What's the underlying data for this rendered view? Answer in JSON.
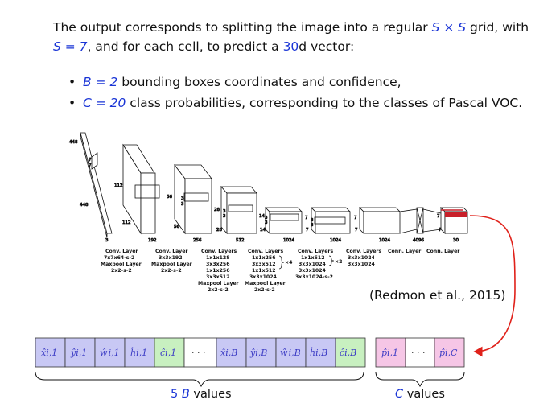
{
  "intro": {
    "t1": "The output corresponds to splitting the image into a regular ",
    "grid_expr": "S × S",
    "t2": " grid, with",
    "s_expr": "S = 7",
    "t3": ", and for each cell, to predict a ",
    "dim_value": "30",
    "t4": "d vector:"
  },
  "bullets": [
    {
      "symbol": "•",
      "expr": "B = 2",
      "text": " bounding boxes coordinates and confidence,"
    },
    {
      "symbol": "•",
      "expr": "C = 20",
      "text": " class probabilities, corresponding to the classes of Pascal VOC."
    }
  ],
  "citation": "(Redmon et al., 2015)",
  "network": {
    "input_dims": [
      "448",
      "448",
      "3",
      "7",
      "7"
    ],
    "layer_dims": [
      {
        "side": [
          "112",
          "112"
        ],
        "depth": "192",
        "kernel": [
          "3",
          "3"
        ]
      },
      {
        "side": [
          "56",
          "56"
        ],
        "depth": "256",
        "kernel": [
          "3",
          "3"
        ]
      },
      {
        "side": [
          "28",
          "28"
        ],
        "depth": "512",
        "kernel": [
          "3",
          "3"
        ]
      },
      {
        "side": [
          "14",
          "14"
        ],
        "depth": "1024",
        "kernel": [
          "3",
          "3"
        ]
      },
      {
        "side": [
          "7",
          "7"
        ],
        "depth": "1024",
        "kernel": [
          "3",
          "3"
        ]
      },
      {
        "side": [
          "7",
          "7"
        ],
        "depth": "1024",
        "kernel": []
      }
    ],
    "fc_dims": [
      "4096",
      "30",
      "7",
      "7"
    ],
    "captions": [
      [
        "Conv. Layer",
        "7x7x64-s-2",
        "Maxpool Layer",
        "2x2-s-2"
      ],
      [
        "Conv. Layer",
        "3x3x192",
        "Maxpool Layer",
        "2x2-s-2"
      ],
      [
        "Conv. Layers",
        "1x1x128",
        "3x3x256",
        "1x1x256",
        "3x3x512",
        "Maxpool Layer",
        "2x2-s-2"
      ],
      [
        "Conv. Layers",
        "1x1x256",
        "3x3x512",
        "1x1x512",
        "3x3x1024",
        "Maxpool Layer",
        "2x2-s-2"
      ],
      [
        "Conv. Layers",
        "1x1x512",
        "3x3x1024",
        "3x3x1024",
        "3x3x1024-s-2"
      ],
      [
        "Conv. Layers",
        "3x3x1024",
        "3x3x1024"
      ],
      [
        "Conn. Layer"
      ],
      [
        "Conn. Layer"
      ]
    ],
    "repeat_4": "×4",
    "repeat_2": "×2"
  },
  "vector": {
    "cells_a": [
      "x̂i,1",
      "ŷi,1",
      "ŵi,1",
      "ĥi,1",
      "ĉi,1"
    ],
    "ellipsis": "· · ·",
    "cells_b": [
      "x̂i,B",
      "ŷi,B",
      "ŵi,B",
      "ĥi,B",
      "ĉi,B"
    ],
    "cells_c": [
      "p̂i,1",
      "p̂i,C"
    ],
    "label_5b_num": "5 ",
    "label_5b_var": "B",
    "label_5b_text": " values",
    "label_c_var": "C",
    "label_c_text": " values"
  },
  "colors": {
    "coord_cell": "#c8c8f4",
    "conf_cell": "#c8f0c0",
    "class_cell": "#f6c6e6",
    "arrow": "#e0211a",
    "math": "#1a35d6",
    "output_stripe": "#c8202a"
  }
}
